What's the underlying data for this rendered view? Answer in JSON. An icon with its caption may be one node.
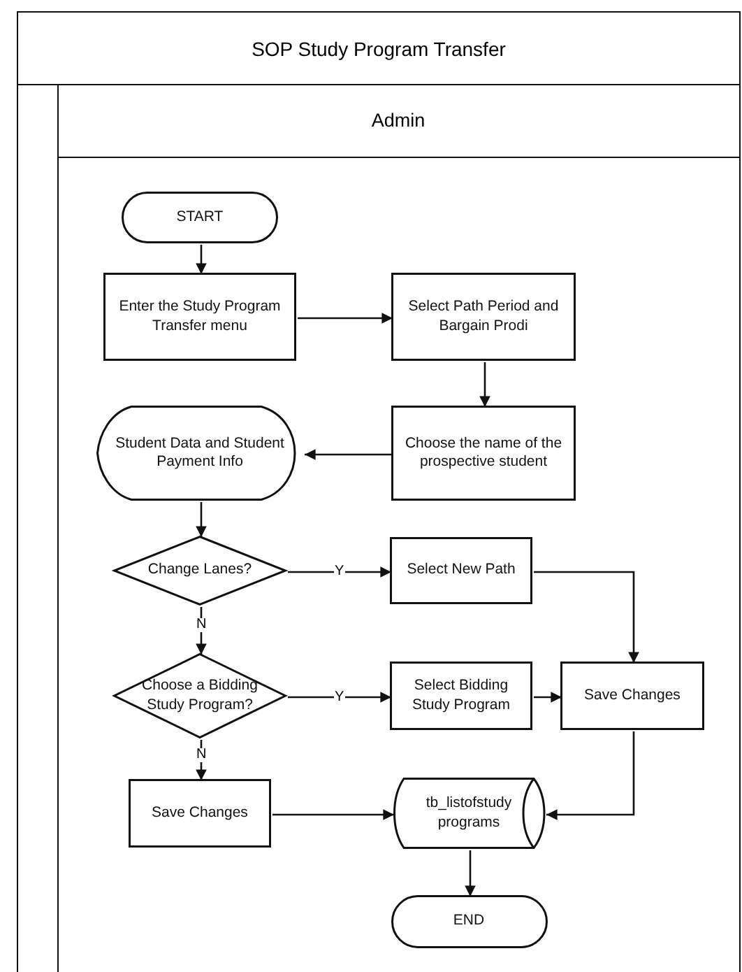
{
  "diagram": {
    "nodes": [
      {
        "text": [
          "SOP Study Program Transfer"
        ]
      },
      {
        "text": [
          "Admin"
        ],
        "in": 0
      },
      {
        "text": [
          "START"
        ],
        "in": 1
      },
      {
        "text": [
          "Enter the Study Program Transfer menu"
        ],
        "in": 1
      },
      {
        "text": [
          "Select Path Period and Bargain Prodi"
        ],
        "in": 1
      },
      {
        "text": [
          "Choose the name of the prospective student"
        ],
        "in": 1
      },
      {
        "text": [
          "Student Data and Student Payment Info"
        ],
        "in": 1
      },
      {
        "text": [
          "Change Lanes?"
        ],
        "in": 1
      },
      {
        "text": [
          "Select New Path"
        ],
        "in": 1
      },
      {
        "text": [
          "Choose a Bidding Study Program?"
        ],
        "in": 1
      },
      {
        "text": [
          "Select Bidding Study Program"
        ],
        "in": 1
      },
      {
        "text": [
          "Save Changes"
        ],
        "in": 1
      },
      {
        "text": [
          "Save Changes"
        ],
        "in": 1
      },
      {
        "text": [
          "tb_listofstudy programs"
        ],
        "in": 1
      },
      {
        "text": [
          "END"
        ],
        "in": 1
      }
    ],
    "edges": [
      {
        "from": 2,
        "to": 3,
        "arrow": "to"
      },
      {
        "from": 3,
        "to": 4,
        "arrow": "to"
      },
      {
        "from": 4,
        "to": 5,
        "arrow": "to"
      },
      {
        "from": 5,
        "to": 6,
        "arrow": "to"
      },
      {
        "from": 6,
        "to": 7,
        "arrow": "to"
      },
      {
        "from": 7,
        "to": 8,
        "arrow": "to",
        "label": "Y"
      },
      {
        "from": 7,
        "to": 9,
        "arrow": "to",
        "label": "N"
      },
      {
        "from": 8,
        "to": 11,
        "arrow": "to"
      },
      {
        "from": 9,
        "to": 10,
        "arrow": "to",
        "label": "Y"
      },
      {
        "from": 9,
        "to": 12,
        "arrow": "to",
        "label": "N"
      },
      {
        "from": 10,
        "to": 11,
        "arrow": "to"
      },
      {
        "from": 11,
        "to": 13,
        "arrow": "to"
      },
      {
        "from": 12,
        "to": 13,
        "arrow": "to"
      },
      {
        "from": 13,
        "to": 14,
        "arrow": "to"
      }
    ]
  }
}
